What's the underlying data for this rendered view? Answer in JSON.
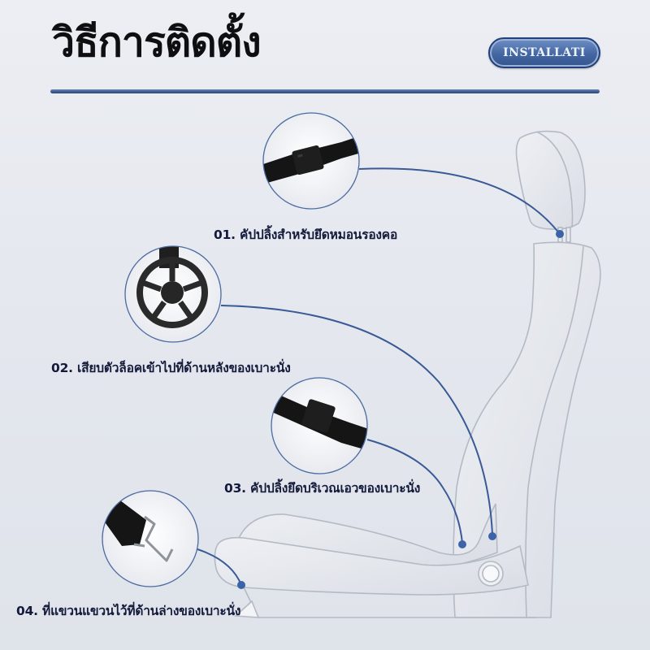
{
  "header": {
    "title": "วิธีการติดตั้ง",
    "badge_label": "INSTALLATI"
  },
  "steps": [
    {
      "number": "01.",
      "label": "01. คัปปลิ้งสำหรับยึดหมอนรองคอ",
      "image": "buckle-strap"
    },
    {
      "number": "02.",
      "label": "02. เสียบตัวล็อคเข้าไปที่ด้านหลังของเบาะนั่ง",
      "image": "lock-wheel"
    },
    {
      "number": "03.",
      "label": "03. คัปปลิ้งยึดบริเวณเอวของเบาะนั่ง",
      "image": "buckle-strap"
    },
    {
      "number": "04.",
      "label": "04. ที่แขวนแขวนไว้ที่ด้านล่างของเบาะนั่ง",
      "image": "hook-strap"
    }
  ],
  "colors": {
    "accent": "#3a5a96",
    "title": "#0f0f12",
    "label": "#131a3a",
    "seat_outline": "#b4bac4",
    "seat_fill": "#e3e6ec"
  }
}
